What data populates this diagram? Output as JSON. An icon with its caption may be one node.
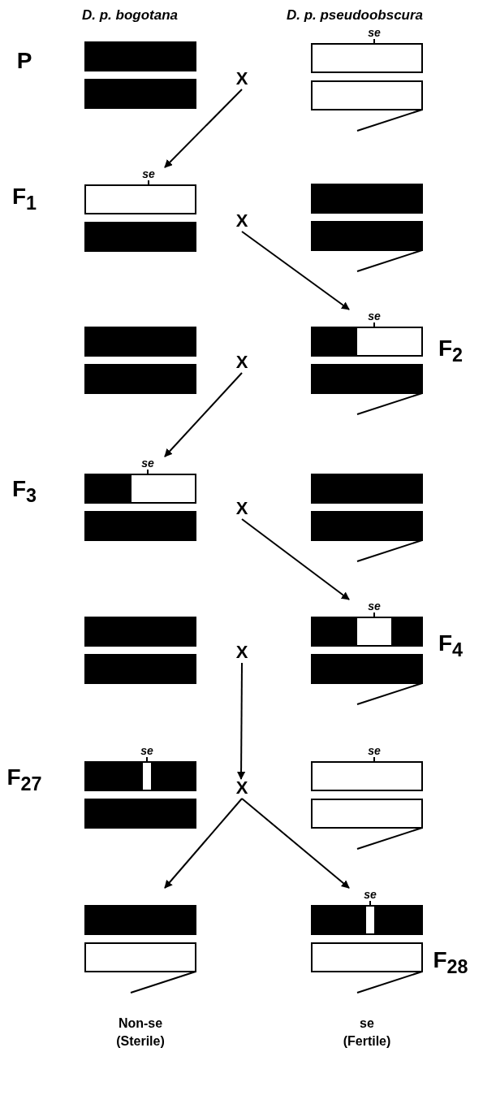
{
  "diagram": {
    "nodes": [
      {
        "text": [],
        "shape": "bar"
      },
      {
        "text": [
          "X"
        ]
      },
      {
        "text": [],
        "shape": "bar",
        "beside": [
          "se"
        ]
      },
      {
        "text": [],
        "shape": "bar",
        "beside": [
          "se"
        ]
      },
      {
        "text": [
          "X"
        ]
      },
      {
        "text": [],
        "shape": "bar"
      },
      {
        "text": [],
        "shape": "bar"
      },
      {
        "text": [
          "X"
        ]
      },
      {
        "text": [],
        "shape": "bar",
        "beside": [
          "se"
        ]
      },
      {
        "text": [],
        "shape": "bar",
        "beside": [
          "se"
        ]
      },
      {
        "text": [
          "X"
        ]
      },
      {
        "text": [],
        "shape": "bar"
      },
      {
        "text": [],
        "shape": "bar"
      },
      {
        "text": [
          "X"
        ]
      },
      {
        "text": [],
        "shape": "bar",
        "beside": [
          "se"
        ]
      },
      {
        "text": [],
        "shape": "bar",
        "beside": [
          "se"
        ]
      },
      {
        "text": [
          "X"
        ]
      },
      {
        "text": [],
        "shape": "bar",
        "beside": [
          "se"
        ]
      },
      {
        "text": [],
        "shape": "bar",
        "beside": [
          "Non-se",
          "(Sterile)"
        ]
      },
      {
        "text": [],
        "shape": "bar",
        "beside": [
          "se",
          "se",
          "(Fertile)"
        ]
      }
    ],
    "edges": [
      {
        "from": 1,
        "to": 3,
        "arrow": "to"
      },
      {
        "from": 4,
        "to": 8,
        "arrow": "to"
      },
      {
        "from": 7,
        "to": 9,
        "arrow": "to"
      },
      {
        "from": 10,
        "to": 14,
        "arrow": "to"
      },
      {
        "from": 13,
        "to": 16,
        "arrow": "to"
      },
      {
        "from": 16,
        "to": 18,
        "arrow": "to"
      },
      {
        "from": 16,
        "to": 19,
        "arrow": "to"
      }
    ],
    "labels": [
      "D. p. bogotana",
      "D. p. pseudoobscura",
      "P",
      "F$_{1}$",
      "F$_{2}$",
      "F$_{3}$",
      "F$_{4}$",
      "F$_{27}$",
      "F$_{28}$"
    ]
  }
}
